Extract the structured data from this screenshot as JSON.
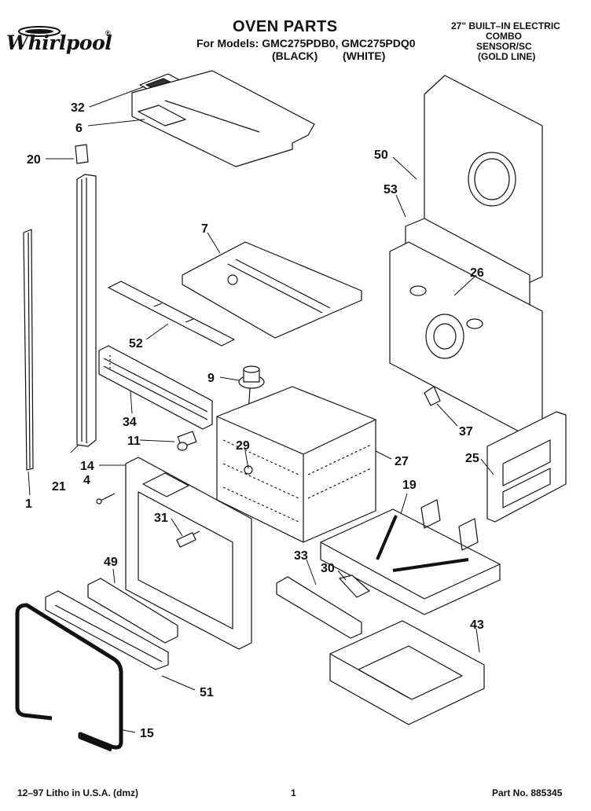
{
  "header": {
    "title": "OVEN PARTS",
    "models_line": "For Models: GMC275PDB0, GMC275PDQ0",
    "color_black": "(BLACK)",
    "color_white": "(WHITE)",
    "product_lines": [
      "27\" BUILT–IN ELECTRIC",
      "COMBO",
      "SENSOR/SC",
      "(GOLD LINE)"
    ]
  },
  "brand": {
    "logo_text": "Whirlpool",
    "logo_tag": "®"
  },
  "callouts": [
    "32",
    "6",
    "20",
    "50",
    "53",
    "7",
    "26",
    "52",
    "9",
    "34",
    "37",
    "11",
    "29",
    "27",
    "14",
    "25",
    "4",
    "21",
    "1",
    "19",
    "31",
    "33",
    "49",
    "30",
    "43",
    "51",
    "15"
  ],
  "footer": {
    "left": "12–97 Litho in U.S.A. (dmz)",
    "page": "1",
    "part_no": "Part No. 885345"
  },
  "colors": {
    "ink": "#111111",
    "paper": "#ffffff"
  }
}
